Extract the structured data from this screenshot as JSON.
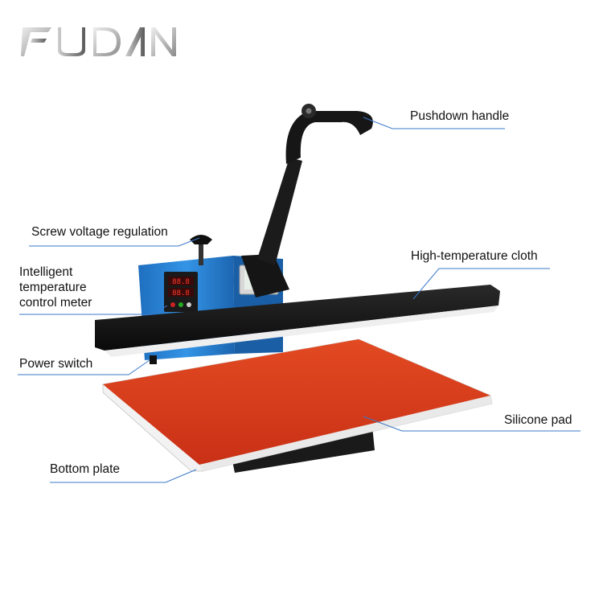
{
  "brand": {
    "logo_text": "FUDAN",
    "colors": {
      "logo_light": "#e6e6e6",
      "logo_dark": "#6f6f6f"
    }
  },
  "callouts": [
    {
      "id": "pushdown-handle",
      "lines": [
        "Pushdown handle"
      ]
    },
    {
      "id": "screw-voltage-regulation",
      "lines": [
        "Screw voltage regulation"
      ]
    },
    {
      "id": "high-temperature-cloth",
      "lines": [
        "High-temperature cloth"
      ]
    },
    {
      "id": "intelligent-temperature-control-meter",
      "lines": [
        "Intelligent",
        "temperature",
        "control meter"
      ]
    },
    {
      "id": "power-switch",
      "lines": [
        "Power switch"
      ]
    },
    {
      "id": "silicone-pad",
      "lines": [
        "Silicone pad"
      ]
    },
    {
      "id": "bottom-plate",
      "lines": [
        "Bottom plate"
      ]
    }
  ],
  "colors": {
    "leader_line": "#3a78c8",
    "body_blue": "#2f86d6",
    "frame_black": "#121212",
    "pad_red": "#d93a1c",
    "plate_white": "#f3f3f3"
  },
  "display": {
    "left_meter_digits": "88.8",
    "left_meter_digits_2": "88.8"
  }
}
